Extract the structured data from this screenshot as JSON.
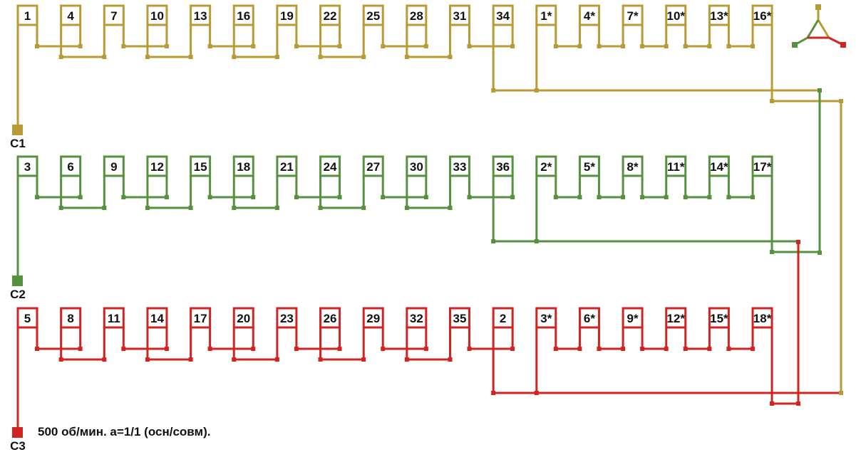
{
  "phases": [
    {
      "lead": "C1",
      "color": "#b99b35",
      "coils": [
        "1",
        "4",
        "7",
        "10",
        "13",
        "16",
        "19",
        "22",
        "25",
        "28",
        "31",
        "34",
        "1*",
        "4*",
        "7*",
        "10*",
        "13*",
        "16*"
      ]
    },
    {
      "lead": "C2",
      "color": "#56913e",
      "coils": [
        "3",
        "6",
        "9",
        "12",
        "15",
        "18",
        "21",
        "24",
        "27",
        "30",
        "33",
        "36",
        "2*",
        "5*",
        "8*",
        "11*",
        "14*",
        "17*"
      ]
    },
    {
      "lead": "C3",
      "color": "#d22323",
      "coils": [
        "5",
        "8",
        "11",
        "14",
        "17",
        "20",
        "23",
        "26",
        "29",
        "32",
        "35",
        "2",
        "3*",
        "6*",
        "9*",
        "12*",
        "15*",
        "18*"
      ]
    }
  ],
  "caption": "500 об/мин. a=1/1 (осн/совм).",
  "connection_icon": "delta-triangle-icon"
}
